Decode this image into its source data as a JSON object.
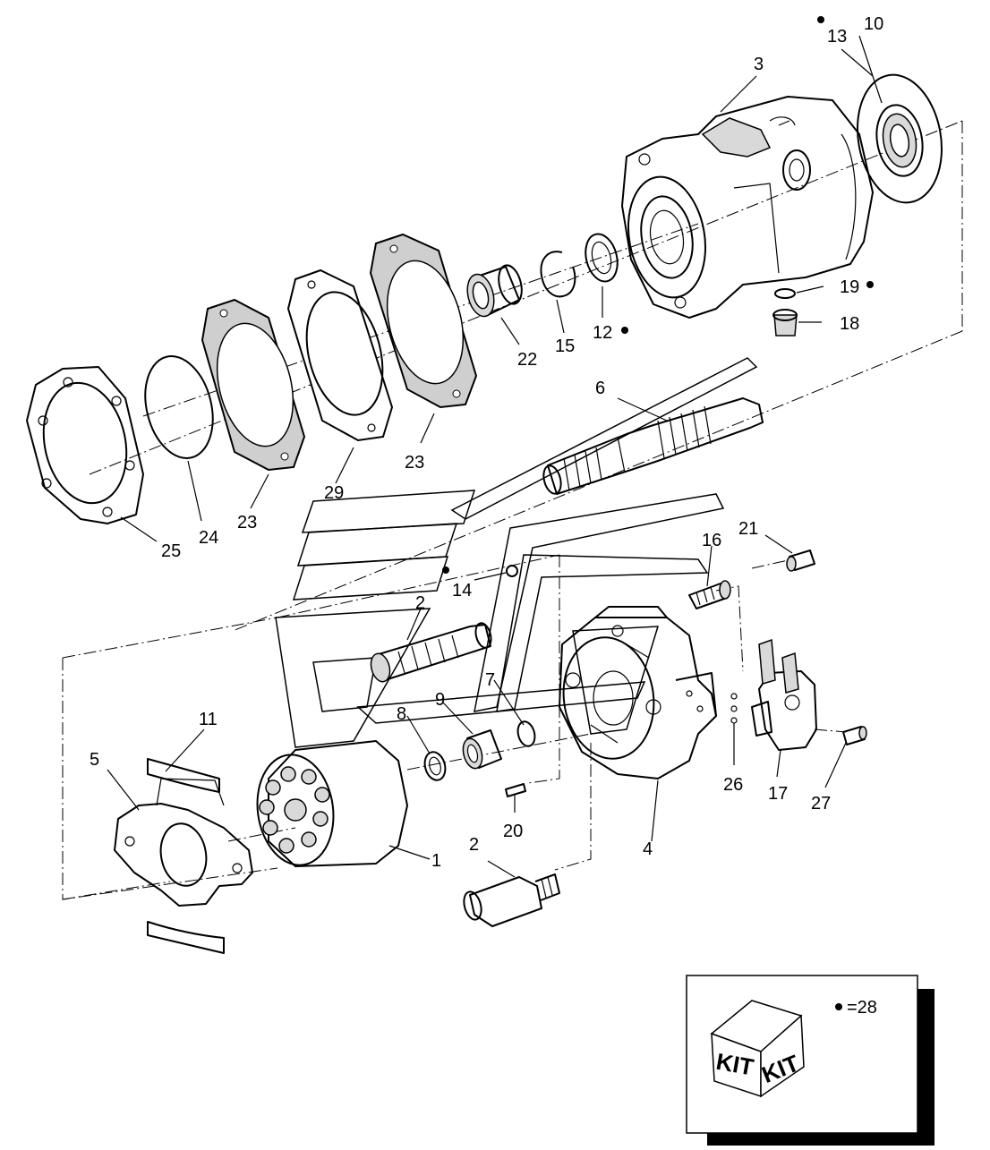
{
  "diagram": {
    "callouts": {
      "p1": "1",
      "p2a": "2",
      "p2b": "2",
      "p3": "3",
      "p4": "4",
      "p5": "5",
      "p6": "6",
      "p7": "7",
      "p8": "8",
      "p9": "9",
      "p10": "10",
      "p11": "11",
      "p12": "12",
      "p13": "13",
      "p14": "14",
      "p15": "15",
      "p16": "16",
      "p17": "17",
      "p18": "18",
      "p19": "19",
      "p20": "20",
      "p21": "21",
      "p22": "22",
      "p23a": "23",
      "p23b": "23",
      "p24": "24",
      "p25": "25",
      "p26": "26",
      "p27": "27",
      "p29": "29"
    },
    "legend": {
      "kit_label_left": "KIT",
      "kit_label_right": "KIT",
      "marker_text": "=28"
    }
  }
}
